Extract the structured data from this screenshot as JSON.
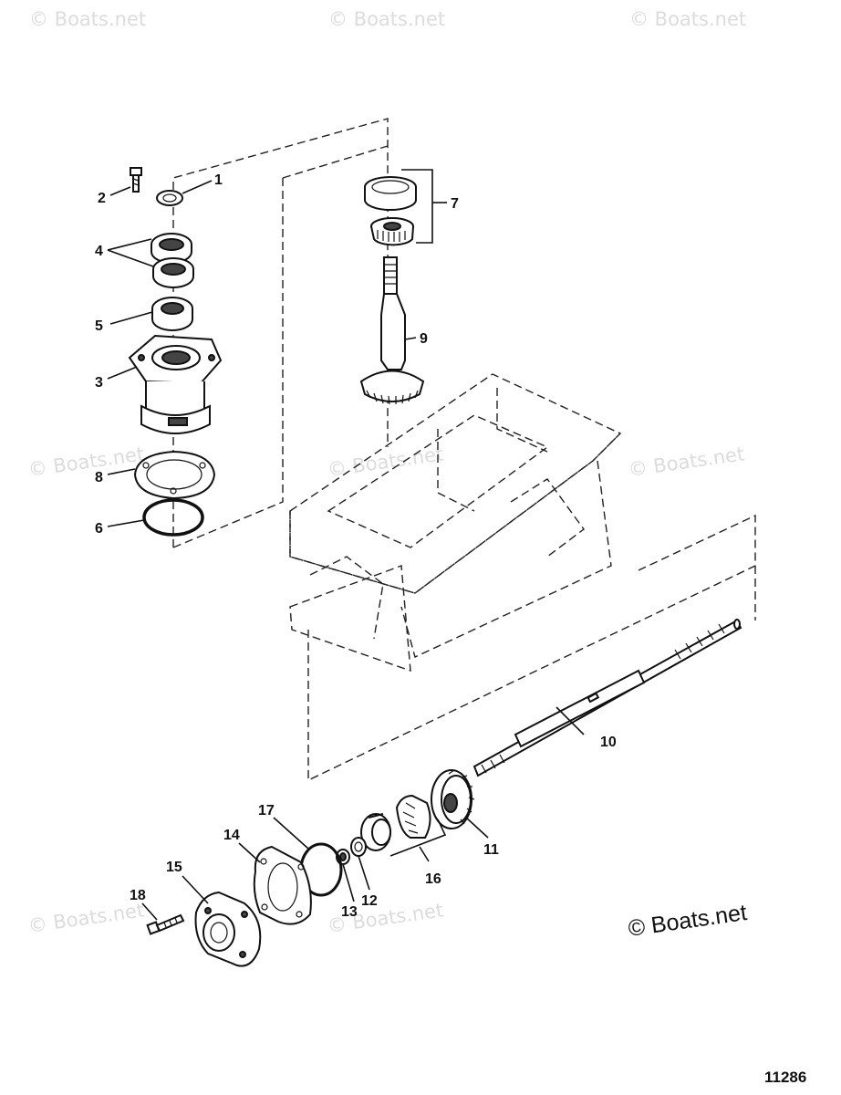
{
  "watermark": "© Boats.net",
  "copyright": "© Boats.net",
  "figure_number": "11286",
  "callouts": {
    "c1": "1",
    "c2": "2",
    "c3": "3",
    "c4": "4",
    "c5": "5",
    "c6": "6",
    "c7": "7",
    "c8": "8",
    "c9": "9",
    "c10": "10",
    "c11": "11",
    "c12": "12",
    "c13": "13",
    "c14": "14",
    "c15": "15",
    "c16": "16",
    "c17": "17",
    "c18": "18"
  }
}
